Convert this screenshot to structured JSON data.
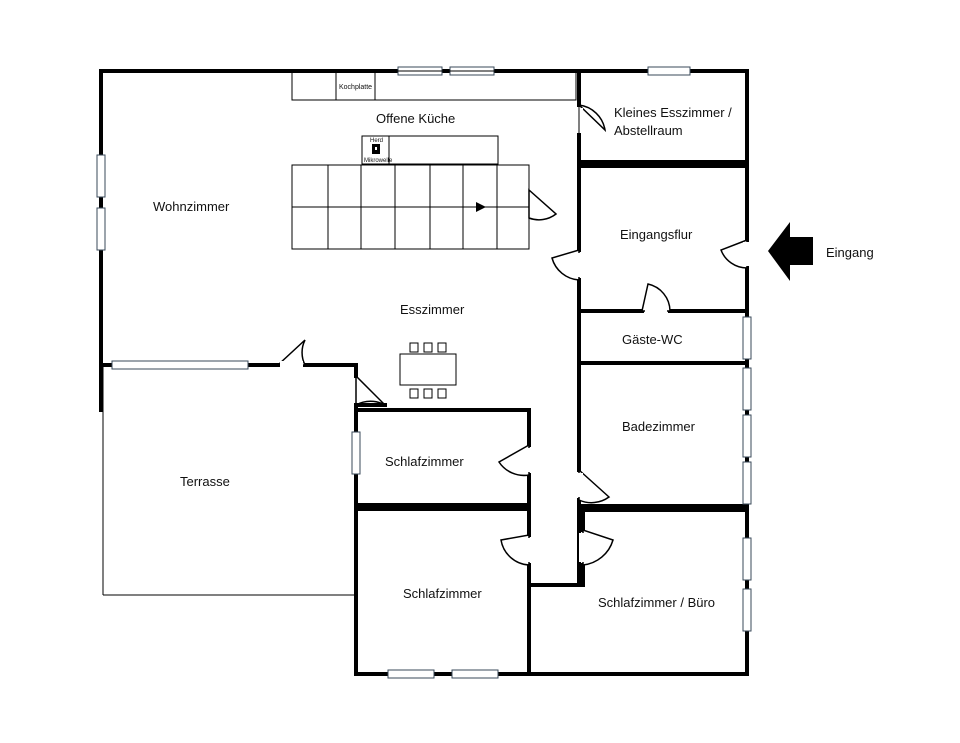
{
  "rooms": {
    "offene_kueche": "Offene Küche",
    "kleines_esszimmer_1": "Kleines Esszimmer /",
    "kleines_esszimmer_2": "Abstellraum",
    "wohnzimmer": "Wohnzimmer",
    "eingangsflur": "Eingangsflur",
    "esszimmer": "Esszimmer",
    "gaeste_wc": "Gäste-WC",
    "terrasse": "Terrasse",
    "schlafzimmer_1": "Schlafzimmer",
    "badezimmer": "Badezimmer",
    "schlafzimmer_2": "Schlafzimmer",
    "schlafzimmer_buero": "Schlafzimmer / Büro"
  },
  "fixtures": {
    "kochplatte": "Kochplatte",
    "herd": "Herd",
    "mikrowelle": "Mikrowelle"
  },
  "entrance": {
    "label": "Eingang",
    "icon": "arrow-left-icon"
  }
}
